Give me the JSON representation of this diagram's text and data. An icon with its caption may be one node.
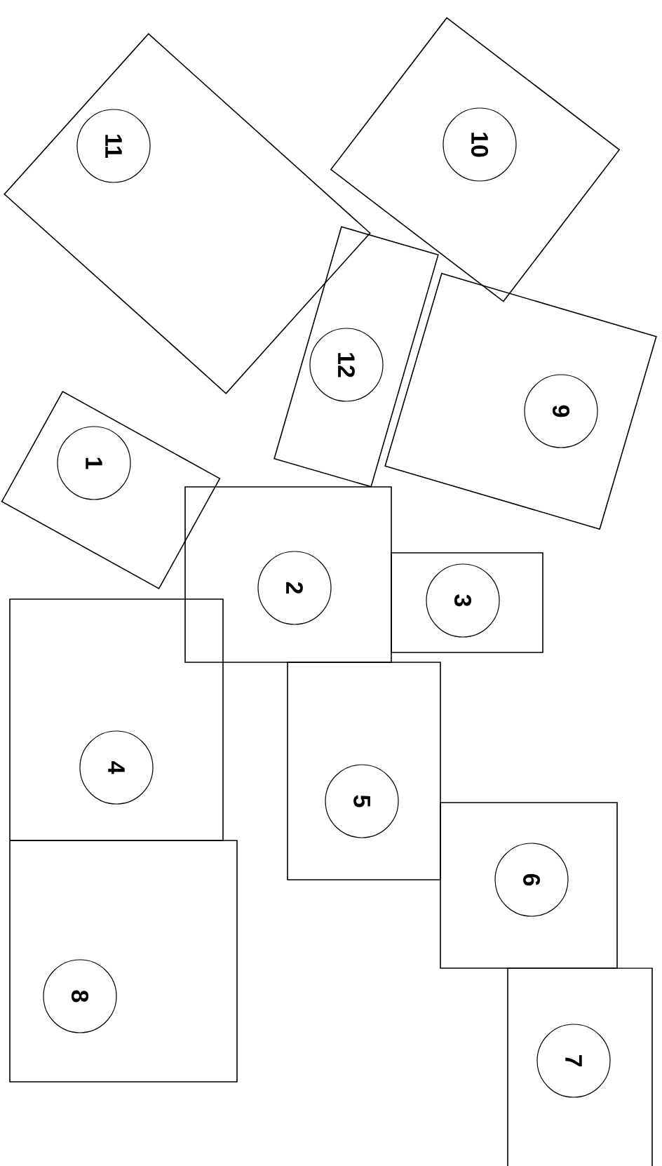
{
  "diagram": {
    "nodes": [
      {
        "text": [],
        "shape": "box"
      },
      {
        "text": [
          "1"
        ],
        "in": 0
      },
      {
        "text": [],
        "shape": "box"
      },
      {
        "text": [
          "2"
        ],
        "in": 2
      },
      {
        "text": [],
        "shape": "box"
      },
      {
        "text": [
          "3"
        ],
        "in": 4
      },
      {
        "text": [],
        "shape": "box"
      },
      {
        "text": [
          "4"
        ],
        "in": 6
      },
      {
        "text": [],
        "shape": "box"
      },
      {
        "text": [
          "5"
        ],
        "in": 8
      },
      {
        "text": [],
        "shape": "box"
      },
      {
        "text": [
          "6"
        ],
        "in": 10
      },
      {
        "text": [],
        "shape": "box"
      },
      {
        "text": [
          "7"
        ],
        "in": 12
      },
      {
        "text": [],
        "shape": "box"
      },
      {
        "text": [
          "8"
        ],
        "in": 14
      },
      {
        "text": [],
        "shape": "box"
      },
      {
        "text": [
          "9"
        ],
        "in": 16
      },
      {
        "text": [],
        "shape": "box"
      },
      {
        "text": [
          "10"
        ],
        "in": 18
      },
      {
        "text": [],
        "shape": "box"
      },
      {
        "text": [
          "11"
        ],
        "in": 20
      },
      {
        "text": [],
        "shape": "box"
      },
      {
        "text": [
          "12"
        ],
        "in": 22
      }
    ]
  }
}
